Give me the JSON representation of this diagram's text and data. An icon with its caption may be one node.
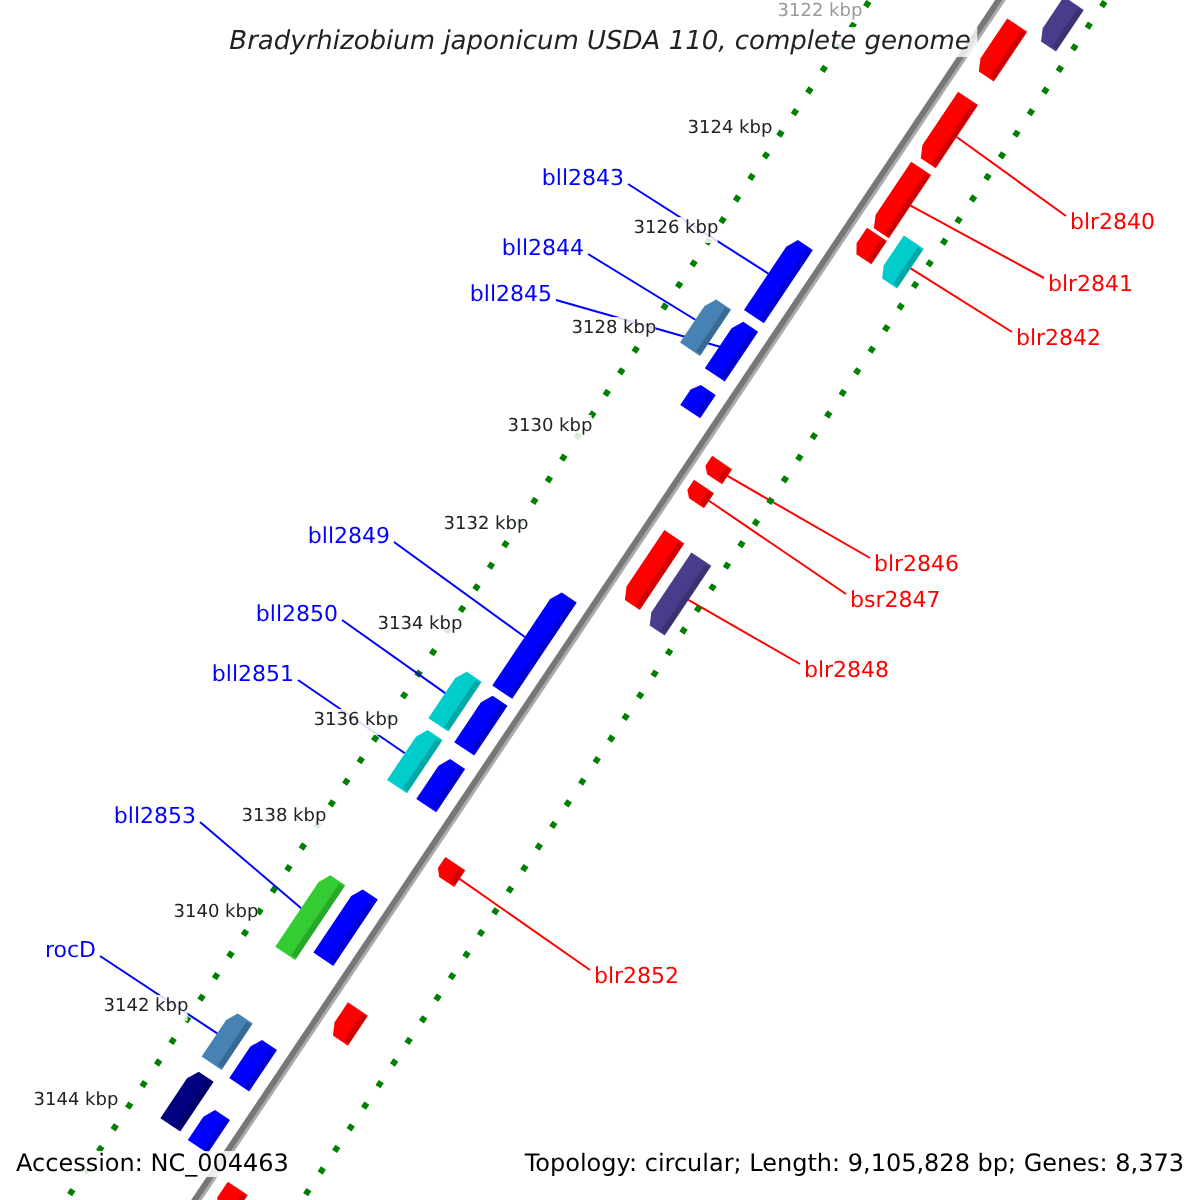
{
  "diagram": {
    "title": "Bradyrhizobium japonicum USDA 110, complete genome",
    "nodes": [
      {
        "text": [
          "blr2840"
        ]
      },
      {
        "text": [],
        "shape": "arrow"
      },
      {
        "text": [
          "bll2843"
        ]
      },
      {
        "text": [],
        "shape": "arrow"
      },
      {
        "text": [
          "blr2841"
        ]
      },
      {
        "text": [],
        "shape": "arrow"
      },
      {
        "text": [
          "bll2844"
        ]
      },
      {
        "text": [],
        "shape": "arrow"
      },
      {
        "text": [
          "blr2842"
        ]
      },
      {
        "text": [],
        "shape": "arrow"
      },
      {
        "text": [
          "bll2845"
        ]
      },
      {
        "text": [],
        "shape": "arrow"
      },
      {
        "text": [
          "blr2846"
        ]
      },
      {
        "text": [],
        "shape": "arrow"
      },
      {
        "text": [
          "bsr2847"
        ]
      },
      {
        "text": [],
        "shape": "arrow"
      },
      {
        "text": [
          "bll2849"
        ]
      },
      {
        "text": [],
        "shape": "arrow"
      },
      {
        "text": [
          "blr2848"
        ]
      },
      {
        "text": [],
        "shape": "arrow"
      },
      {
        "text": [
          "bll2850"
        ]
      },
      {
        "text": [],
        "shape": "arrow"
      },
      {
        "text": [
          "bll2851"
        ]
      },
      {
        "text": [],
        "shape": "arrow"
      },
      {
        "text": [
          "bll2853"
        ]
      },
      {
        "text": [],
        "shape": "arrow"
      },
      {
        "text": [
          "blr2852"
        ]
      },
      {
        "text": [],
        "shape": "arrow"
      },
      {
        "text": [
          "rocD"
        ]
      },
      {
        "text": [],
        "shape": "arrow"
      }
    ],
    "edges": [
      {
        "from": 0,
        "to": 1,
        "arrow": "none",
        "color": "#ff0000"
      },
      {
        "from": 2,
        "to": 3,
        "arrow": "none"
      },
      {
        "from": 4,
        "to": 5,
        "arrow": "none",
        "color": "#ff0000"
      },
      {
        "from": 6,
        "to": 7,
        "arrow": "none"
      },
      {
        "from": 8,
        "to": 9,
        "arrow": "none",
        "color": "#ff0000"
      },
      {
        "from": 10,
        "to": 11,
        "arrow": "none"
      },
      {
        "from": 12,
        "to": 13,
        "arrow": "none",
        "color": "#ff0000"
      },
      {
        "from": 14,
        "to": 15,
        "arrow": "none",
        "color": "#ff0000"
      },
      {
        "from": 16,
        "to": 17,
        "arrow": "none"
      },
      {
        "from": 18,
        "to": 19,
        "arrow": "none",
        "color": "#ff0000"
      },
      {
        "from": 20,
        "to": 21,
        "arrow": "none"
      },
      {
        "from": 22,
        "to": 23,
        "arrow": "none"
      },
      {
        "from": 24,
        "to": 25,
        "arrow": "none"
      },
      {
        "from": 26,
        "to": 27,
        "arrow": "none",
        "color": "#ff0000"
      },
      {
        "from": 28,
        "to": 29,
        "arrow": "none"
      }
    ],
    "labels": [
      "3122 kbp",
      "3124 kbp",
      "3126 kbp",
      "3128 kbp",
      "3130 kbp",
      "3132 kbp",
      "3134 kbp",
      "3136 kbp",
      "3138 kbp",
      "3140 kbp",
      "3142 kbp",
      "3144 kbp",
      "Accession: NC_004463",
      "Topology: circular; Length: 9,105,828 bp; Genes: 8,373"
    ]
  }
}
